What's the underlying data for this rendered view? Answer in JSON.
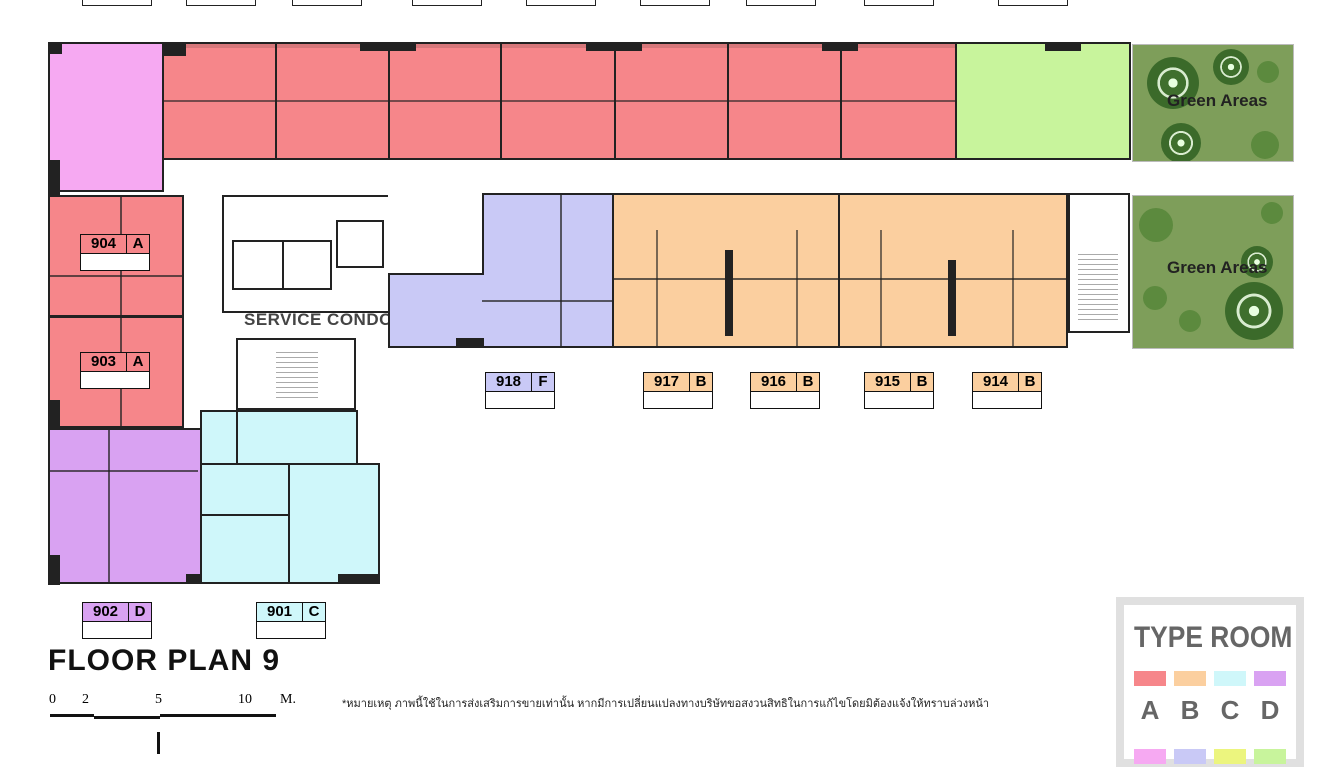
{
  "title": "FLOOR PLAN 9",
  "service_label": "SERVICE CONDO",
  "green_area_label_1": "Green Areas",
  "green_area_label_2": "Green Areas",
  "scale": {
    "t0": "0",
    "t1": "2",
    "t2": "5",
    "t3": "10",
    "unit": "M."
  },
  "note": "*หมายเหตุ   ภาพนี้ใช้ในการส่งเสริมการขายเท่านั้น หากมีการเปลี่ยนแปลงทางบริษัทขอสงวนสิทธิในการแก้ไขโดยมิต้องแจ้งให้ทราบล่วงหน้า",
  "units": {
    "u904": {
      "num": "904",
      "type": "A"
    },
    "u903": {
      "num": "903",
      "type": "A"
    },
    "u902": {
      "num": "902",
      "type": "D"
    },
    "u901": {
      "num": "901",
      "type": "C"
    },
    "u918": {
      "num": "918",
      "type": "F"
    },
    "u917": {
      "num": "917",
      "type": "B"
    },
    "u916": {
      "num": "916",
      "type": "B"
    },
    "u915": {
      "num": "915",
      "type": "B"
    },
    "u914": {
      "num": "914",
      "type": "B"
    }
  },
  "legend": {
    "title": "TYPE ROOM",
    "row1": [
      "A",
      "B",
      "C",
      "D"
    ]
  },
  "colors": {
    "type_a": "#f6868a",
    "type_b": "#fbcf9f",
    "type_c": "#cff7fa",
    "type_d": "#d9a2f2",
    "type_e": "#f6a9f2",
    "type_f": "#c9c9f6",
    "type_g": "#ecf57e",
    "type_h": "#c8f49c"
  }
}
